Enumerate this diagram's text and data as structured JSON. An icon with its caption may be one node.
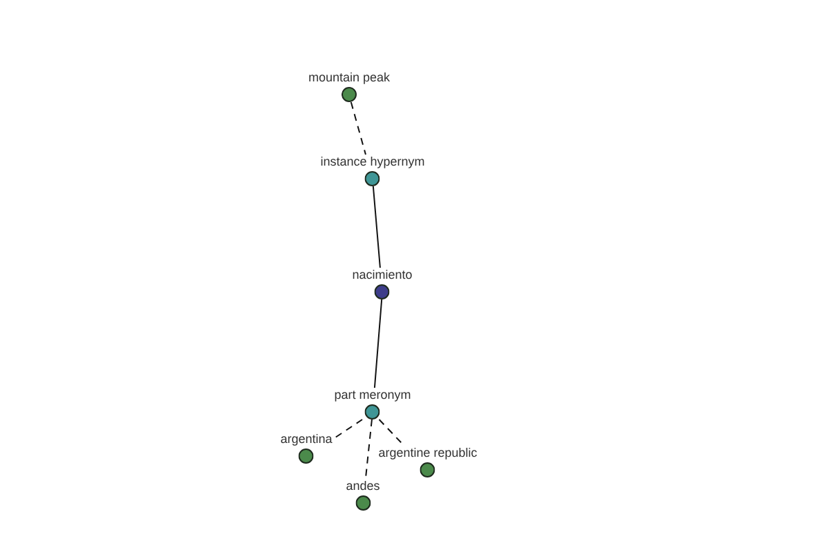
{
  "diagram": {
    "nodes": [
      {
        "text": [
          "mountain peak"
        ]
      },
      {
        "text": [
          "instance hypernym"
        ]
      },
      {
        "text": [
          "nacimiento"
        ]
      },
      {
        "text": [
          "part meronym"
        ]
      },
      {
        "text": [
          "argentina"
        ]
      },
      {
        "text": [
          "argentine republic"
        ]
      },
      {
        "text": [
          "andes"
        ]
      }
    ],
    "edges": [
      {
        "from": 0,
        "to": 1,
        "arrow": "none",
        "style": "dashed"
      },
      {
        "from": 1,
        "to": 2,
        "arrow": "none"
      },
      {
        "from": 2,
        "to": 3,
        "arrow": "none"
      },
      {
        "from": 3,
        "to": 4,
        "arrow": "none",
        "style": "dashed"
      },
      {
        "from": 3,
        "to": 5,
        "arrow": "none",
        "style": "dashed"
      },
      {
        "from": 3,
        "to": 6,
        "arrow": "none",
        "style": "dashed"
      }
    ]
  }
}
